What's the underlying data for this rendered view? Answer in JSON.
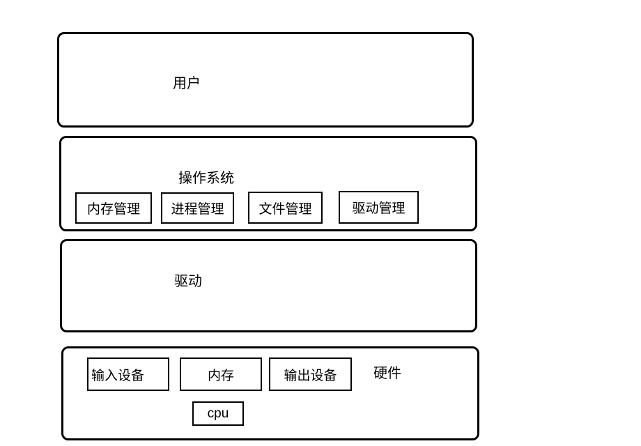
{
  "diagram": {
    "type": "layered-architecture",
    "colors": {
      "border": "#000000",
      "box_fill": "#ffffff",
      "text": "#000000",
      "background": "#ffffff"
    },
    "layers": [
      {
        "id": "user",
        "label": "用户"
      },
      {
        "id": "os",
        "label": "操作系统",
        "modules": [
          {
            "label": "内存管理"
          },
          {
            "label": "进程管理"
          },
          {
            "label": "文件管理"
          },
          {
            "label": "驱动管理"
          }
        ]
      },
      {
        "id": "driver",
        "label": "驱动"
      },
      {
        "id": "hardware",
        "label": "硬件",
        "modules": [
          {
            "label": "输入设备"
          },
          {
            "label": "内存"
          },
          {
            "label": "输出设备"
          },
          {
            "label": "cpu"
          }
        ]
      }
    ]
  }
}
